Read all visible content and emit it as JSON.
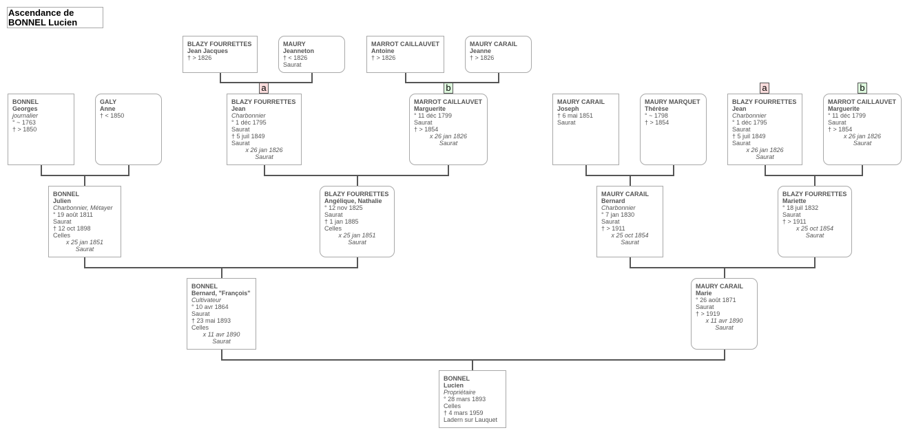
{
  "title": {
    "line1": "Ascendance de",
    "line2": "BONNEL Lucien"
  },
  "colors": {
    "border": "#a8a8a8",
    "line": "#555555",
    "tag_a": "#fadcdc",
    "tag_b": "#dcf7dc"
  },
  "people": [
    {
      "id": "p-root",
      "surname": "BONNEL",
      "given": "Lucien",
      "lines": [
        {
          "t": "Propriétaire",
          "k": "occ"
        },
        {
          "t": "° 28 mars 1893"
        },
        {
          "t": "Celles"
        },
        {
          "t": "† 4 mars 1959"
        },
        {
          "t": "Ladern sur Lauquet"
        }
      ]
    },
    {
      "id": "p-bernard",
      "surname": "BONNEL",
      "given": "Bernard, \"François\"",
      "lines": [
        {
          "t": "Cultivateur",
          "k": "occ"
        },
        {
          "t": "° 10 avr 1864"
        },
        {
          "t": "Saurat"
        },
        {
          "t": "† 23 mai 1893"
        },
        {
          "t": "Celles"
        },
        {
          "t": "x 11 avr 1890",
          "k": "m"
        },
        {
          "t": "Saurat",
          "k": "m"
        }
      ]
    },
    {
      "id": "p-marie",
      "surname": "MAURY CARAIL",
      "given": "Marie",
      "lines": [
        {
          "t": "° 26 août 1871"
        },
        {
          "t": "Saurat"
        },
        {
          "t": "† > 1919"
        },
        {
          "t": "x 11 avr 1890",
          "k": "m"
        },
        {
          "t": "Saurat",
          "k": "m"
        }
      ]
    },
    {
      "id": "p-julien",
      "surname": "BONNEL",
      "given": "Julien",
      "lines": [
        {
          "t": "Charbonnier, Métayer",
          "k": "occ"
        },
        {
          "t": "° 19 août 1811"
        },
        {
          "t": "Saurat"
        },
        {
          "t": "† 12 oct 1898"
        },
        {
          "t": "Celles"
        },
        {
          "t": "x 25 jan 1851",
          "k": "m"
        },
        {
          "t": "Saurat",
          "k": "m"
        }
      ]
    },
    {
      "id": "p-angelique",
      "surname": "BLAZY FOURRETTES",
      "given": "Angélique, Nathalie",
      "lines": [
        {
          "t": "° 12 nov 1825"
        },
        {
          "t": "Saurat"
        },
        {
          "t": "† 1 jan 1885"
        },
        {
          "t": "Celles"
        },
        {
          "t": "x 25 jan 1851",
          "k": "m"
        },
        {
          "t": "Saurat",
          "k": "m"
        }
      ]
    },
    {
      "id": "p-bernard2",
      "surname": "MAURY CARAIL",
      "given": "Bernard",
      "lines": [
        {
          "t": "Charbonnier",
          "k": "occ"
        },
        {
          "t": "° 7 jan 1830"
        },
        {
          "t": "Saurat"
        },
        {
          "t": "† > 1911"
        },
        {
          "t": "x 25 oct 1854",
          "k": "m"
        },
        {
          "t": "Saurat",
          "k": "m"
        }
      ]
    },
    {
      "id": "p-mariette",
      "surname": "BLAZY FOURRETTES",
      "given": "Mariette",
      "lines": [
        {
          "t": "° 18 juil 1832"
        },
        {
          "t": "Saurat"
        },
        {
          "t": "† > 1911"
        },
        {
          "t": "x 25 oct 1854",
          "k": "m"
        },
        {
          "t": "Saurat",
          "k": "m"
        }
      ]
    },
    {
      "id": "p-georges",
      "surname": "BONNEL",
      "given": "Georges",
      "lines": [
        {
          "t": "journalier",
          "k": "occ"
        },
        {
          "t": "° ~ 1763"
        },
        {
          "t": "† > 1850"
        }
      ]
    },
    {
      "id": "p-anne",
      "surname": "GALY",
      "given": "Anne",
      "lines": [
        {
          "t": "† < 1850"
        }
      ]
    },
    {
      "id": "p-jean1",
      "surname": "BLAZY FOURRETTES",
      "given": "Jean",
      "lines": [
        {
          "t": "Charbonnier",
          "k": "occ"
        },
        {
          "t": "° 1 déc 1795"
        },
        {
          "t": "Saurat"
        },
        {
          "t": "† 5 juil 1849"
        },
        {
          "t": "Saurat"
        },
        {
          "t": "x 26 jan 1826",
          "k": "m"
        },
        {
          "t": "Saurat",
          "k": "m"
        }
      ]
    },
    {
      "id": "p-marguerite1",
      "surname": "MARROT CAILLAUVET",
      "given": "Marguerite",
      "lines": [
        {
          "t": "° 11 déc 1799"
        },
        {
          "t": "Saurat"
        },
        {
          "t": "† > 1854"
        },
        {
          "t": "x 26 jan 1826",
          "k": "m"
        },
        {
          "t": "Saurat",
          "k": "m"
        }
      ]
    },
    {
      "id": "p-joseph",
      "surname": "MAURY CARAIL",
      "given": "Joseph",
      "lines": [
        {
          "t": "† 6 mai 1851"
        },
        {
          "t": "Saurat"
        }
      ]
    },
    {
      "id": "p-therese",
      "surname": "MAURY MARQUET",
      "given": "Thérèse",
      "lines": [
        {
          "t": "° ~ 1798"
        },
        {
          "t": "† > 1854"
        }
      ]
    },
    {
      "id": "p-jean2",
      "surname": "BLAZY FOURRETTES",
      "given": "Jean",
      "lines": [
        {
          "t": "Charbonnier",
          "k": "occ"
        },
        {
          "t": "° 1 déc 1795"
        },
        {
          "t": "Saurat"
        },
        {
          "t": "† 5 juil 1849"
        },
        {
          "t": "Saurat"
        },
        {
          "t": "x 26 jan 1826",
          "k": "m"
        },
        {
          "t": "Saurat",
          "k": "m"
        }
      ]
    },
    {
      "id": "p-marguerite2",
      "surname": "MARROT CAILLAUVET",
      "given": "Marguerite",
      "lines": [
        {
          "t": "° 11 déc 1799"
        },
        {
          "t": "Saurat"
        },
        {
          "t": "† > 1854"
        },
        {
          "t": "x 26 jan 1826",
          "k": "m"
        },
        {
          "t": "Saurat",
          "k": "m"
        }
      ]
    },
    {
      "id": "p-jeanjacques",
      "surname": "BLAZY FOURRETTES",
      "given": "Jean Jacques",
      "lines": [
        {
          "t": "† > 1826"
        }
      ]
    },
    {
      "id": "p-jeanneton",
      "surname": "MAURY",
      "given": "Jeanneton",
      "lines": [
        {
          "t": "† < 1826"
        },
        {
          "t": "Saurat"
        }
      ]
    },
    {
      "id": "p-antoine",
      "surname": "MARROT CAILLAUVET",
      "given": "Antoine",
      "lines": [
        {
          "t": "† > 1826"
        }
      ]
    },
    {
      "id": "p-jeanne",
      "surname": "MAURY CARAIL",
      "given": "Jeanne",
      "lines": [
        {
          "t": "† > 1826"
        }
      ]
    }
  ],
  "tags": [
    {
      "id": "tag-a-1",
      "label": "a",
      "kind": "a"
    },
    {
      "id": "tag-b-1",
      "label": "b",
      "kind": "b"
    },
    {
      "id": "tag-a-2",
      "label": "a",
      "kind": "a"
    },
    {
      "id": "tag-b-2",
      "label": "b",
      "kind": "b"
    }
  ]
}
